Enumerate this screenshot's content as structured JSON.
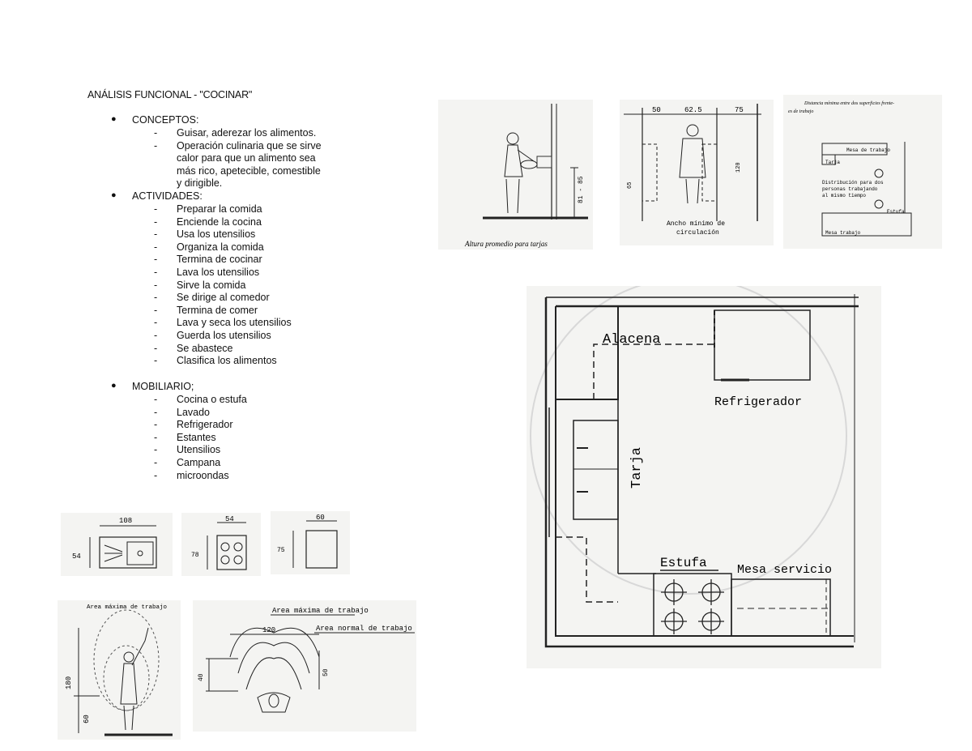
{
  "title": "ANÁLISIS FUNCIONAL - \"COCINAR\"",
  "conceptos": {
    "heading": "CONCEPTOS:",
    "items": [
      "Guisar, aderezar los alimentos.",
      "Operación culinaria que se sirve",
      "calor para que un alimento sea",
      "más rico, apetecible, comestible",
      "y dirigible."
    ]
  },
  "actividades": {
    "heading": "ACTIVIDADES:",
    "items": [
      "Preparar la comida",
      "Enciende la cocina",
      "Usa los utensilios",
      "Organiza la comida",
      "Termina de cocinar",
      "Lava los utensilios",
      "Sirve la comida",
      "Se dirige al comedor",
      "Termina de comer",
      "Lava y seca los utensilios",
      "Guerda los utensilios",
      "Se abastece",
      "Clasifica los alimentos"
    ]
  },
  "mobiliario": {
    "heading": "MOBILIARIO;",
    "items": [
      "Cocina o estufa",
      "Lavado",
      "Refrigerador",
      "Estantes",
      "Utensilios",
      "Campana",
      "microondas"
    ]
  },
  "fig_sink_height": {
    "caption": "Altura promedio para tarjas",
    "dim": "81 - 85"
  },
  "fig_circulation": {
    "dims": [
      "50",
      "62.5",
      "75"
    ],
    "side_dims": [
      "65",
      "120"
    ],
    "caption_1": "Ancho mínimo de",
    "caption_2": "circulación"
  },
  "fig_two_persons": {
    "top_text_1": "Distancia mínima entre dos superficies frente-",
    "top_text_2": "es de trabajo",
    "mesa": "Mesa de trabajo",
    "tarja": "Tarja",
    "note_1": "Distribución para dos",
    "note_2": "personas trabajando",
    "note_3": "al mismo tiempo",
    "estufa": "Estufa",
    "mesa_trabajo": "Mesa trabajo"
  },
  "plan": {
    "alacena": "Alacena",
    "refrigerador": "Refrigerador",
    "tarja": "Tarja",
    "estufa": "Estufa",
    "mesa_servicio": "Mesa servicio"
  },
  "fig_sink_plan": {
    "width": "108",
    "height": "54"
  },
  "fig_stove_plan": {
    "width": "54",
    "height": "78"
  },
  "fig_fridge_plan": {
    "width": "60",
    "height": "75"
  },
  "fig_reach_person": {
    "label": "Area máxima de trabajo",
    "dim_total": "180",
    "dim_low": "60"
  },
  "fig_reach_plan": {
    "label_max": "Area máxima de trabajo",
    "label_normal": "Area normal de trabajo",
    "dim_width": "120",
    "dim_left": "40",
    "dim_right": "50"
  }
}
